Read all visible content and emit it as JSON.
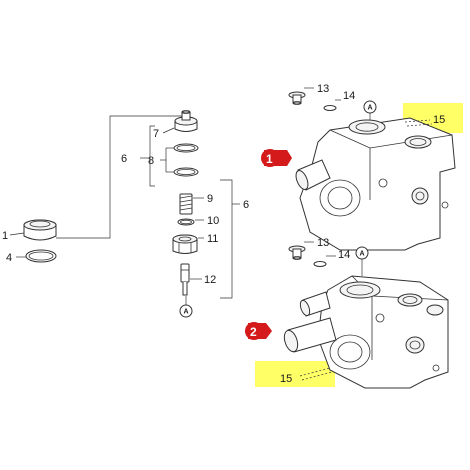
{
  "diagram": {
    "highlight_color": "#ffff66",
    "badge_color": "#d41a1a",
    "part_labels": {
      "p1": "1",
      "p4": "4",
      "p6a": "6",
      "p6b": "6",
      "p7": "7",
      "p8": "8",
      "p9": "9",
      "p10": "10",
      "p11": "11",
      "p12": "12"
    },
    "reference_marks": {
      "a_mid": "A",
      "a_top": "A",
      "a_bottom": "A"
    },
    "assembly_1": {
      "badge": "1",
      "label_13": "13",
      "label_14": "14",
      "label_15": "15"
    },
    "assembly_2": {
      "badge": "2",
      "label_13": "13",
      "label_14": "14",
      "label_15": "15"
    }
  }
}
